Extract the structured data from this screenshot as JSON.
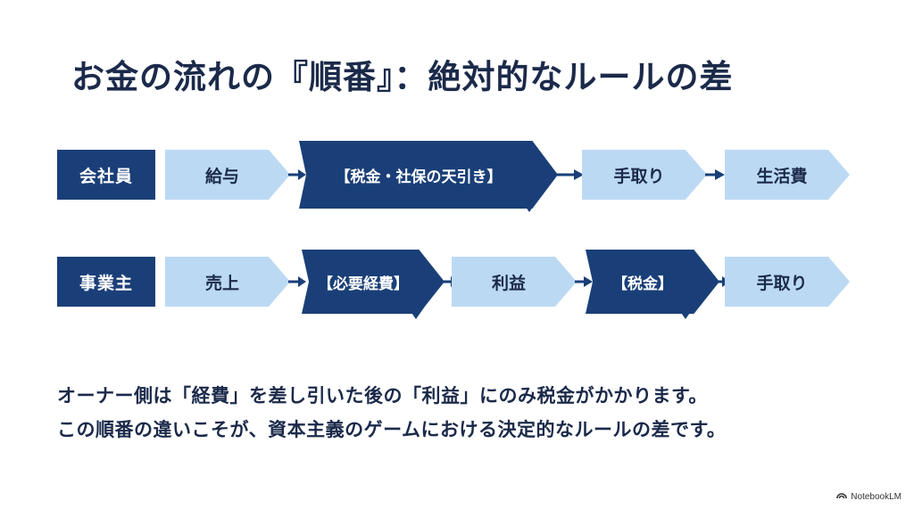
{
  "title": "お金の流れの『順番』：絶対的なルールの差",
  "rows": [
    {
      "label": "会社員",
      "steps": [
        "給与",
        "【税金・社保の天引き】",
        "手取り",
        "生活費"
      ]
    },
    {
      "label": "事業主",
      "steps": [
        "売上",
        "【必要経費】",
        "利益",
        "【税金】",
        "手取り"
      ]
    }
  ],
  "footer": {
    "line1": "オーナー側は「経費」を差し引いた後の「利益」にのみ税金がかかります。",
    "line2": "この順番の違いこそが、資本主義のゲームにおける決定的なルールの差です。"
  },
  "brand": "NotebookLM",
  "colors": {
    "dark": "#1a3f78",
    "light": "#bcd9f4",
    "text": "#1b2a4a"
  }
}
